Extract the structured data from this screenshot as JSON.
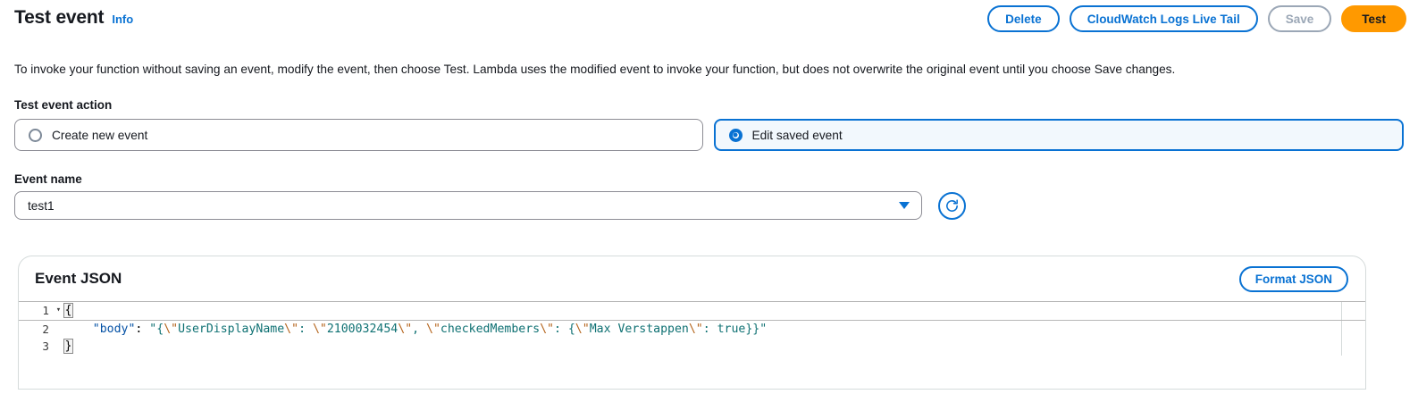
{
  "header": {
    "title": "Test event",
    "info_link": "Info",
    "buttons": [
      {
        "label": "Delete",
        "name": "delete-button",
        "style": "normal"
      },
      {
        "label": "CloudWatch Logs Live Tail",
        "name": "cloudwatch-logs-live-tail-button",
        "style": "normal"
      },
      {
        "label": "Save",
        "name": "save-button",
        "style": "disabled"
      },
      {
        "label": "Test",
        "name": "test-button",
        "style": "primary"
      }
    ]
  },
  "description": "To invoke your function without saving an event, modify the event, then choose Test. Lambda uses the modified event to invoke your function, but does not overwrite the original event until you choose Save changes.",
  "test_event_action": {
    "label": "Test event action",
    "options": [
      {
        "label": "Create new event",
        "selected": false
      },
      {
        "label": "Edit saved event",
        "selected": true
      }
    ]
  },
  "event_name": {
    "label": "Event name",
    "selected_value": "test1",
    "caret_icon": "chevron-down-icon",
    "refresh_icon": "refresh-icon"
  },
  "event_json": {
    "title": "Event JSON",
    "format_button": "Format JSON",
    "keyboard_icon": "keyboard-icon",
    "lines": [
      {
        "number": "1",
        "fold": "▾",
        "text": "{"
      },
      {
        "number": "2",
        "fold": "",
        "text": "    \"body\": \"{\\\"UserDisplayName\\\": \\\"2100032454\\\", \\\"checkedMembers\\\": {\\\"Max Verstappen\\\": true}}\""
      },
      {
        "number": "3",
        "fold": "",
        "text": "}"
      }
    ]
  },
  "colors": {
    "accent_blue": "#0972d3",
    "primary_orange": "#ff9900",
    "disabled_gray": "#9ba7b6",
    "selected_tile_bg": "#f2f8fd",
    "json_key": "#0451a5",
    "json_string": "#0f7173",
    "json_escape": "#b5651d"
  }
}
